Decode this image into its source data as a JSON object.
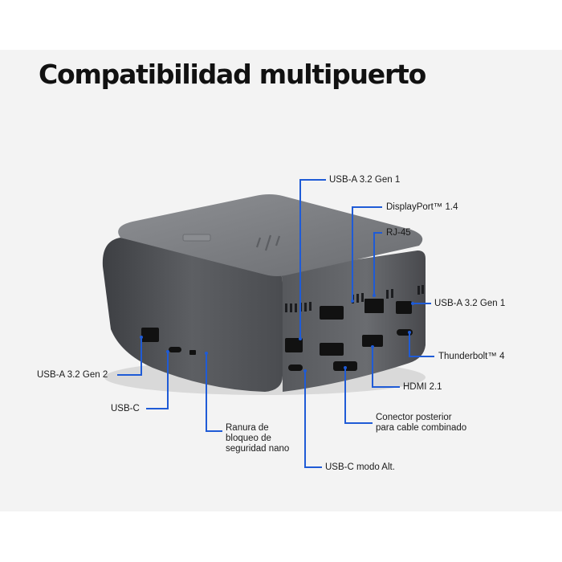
{
  "title": "Compatibilidad multipuerto",
  "colors": {
    "callout": "#1f5bd6",
    "device_top": "#7d7f83",
    "device_side": "#4a4c50",
    "background": "#f3f3f3"
  },
  "labels": {
    "usb_a_top": "USB-A 3.2 Gen 1",
    "displayport": "DisplayPort™ 1.4",
    "rj45": "RJ-45",
    "usb_a_right": "USB-A 3.2 Gen 1",
    "thunderbolt": "Thunderbolt™ 4",
    "hdmi": "HDMI 2.1",
    "rear_connector_line1": "Conector posterior",
    "rear_connector_line2": "para cable combinado",
    "usb_c_alt": "USB-C modo Alt.",
    "lock_line1": "Ranura de",
    "lock_line2": "bloqueo de",
    "lock_line3": "seguridad nano",
    "usb_c": "USB-C",
    "usb_a_gen2": "USB-A 3.2 Gen 2"
  }
}
